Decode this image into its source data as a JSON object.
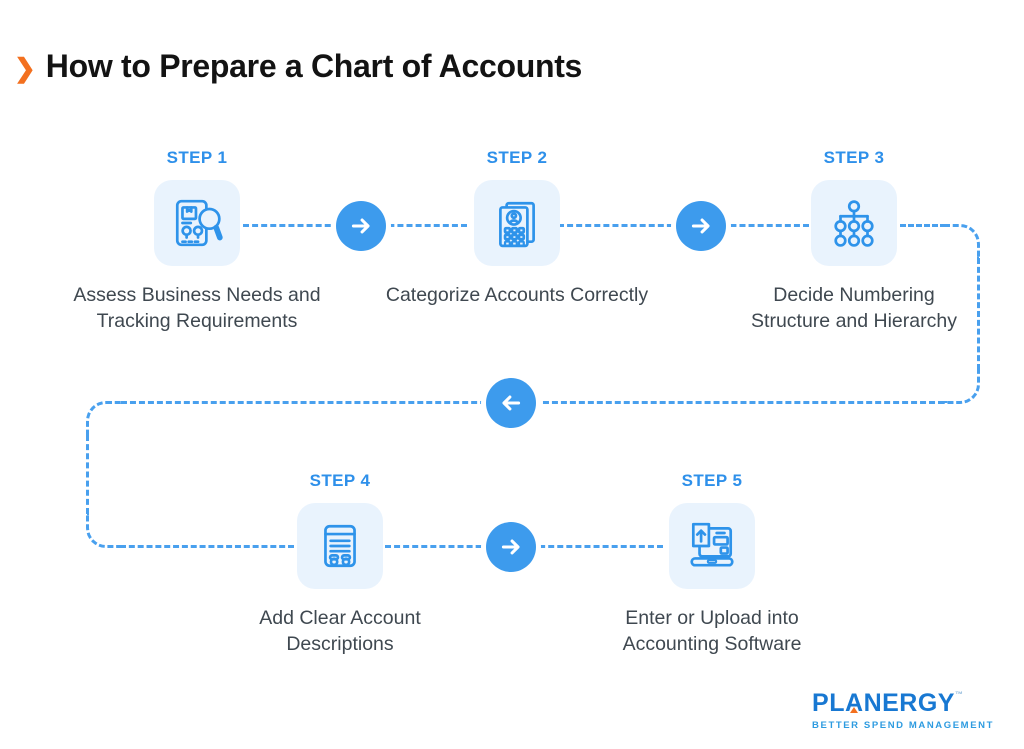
{
  "title": {
    "chevron": "❯",
    "text": "How to Prepare a Chart of Accounts"
  },
  "steps": [
    {
      "label": "STEP 1",
      "icon": "map-search-icon",
      "lines": [
        "Assess Business Needs and",
        "Tracking Requirements"
      ]
    },
    {
      "label": "STEP 2",
      "icon": "accounts-directory-icon",
      "lines": [
        "Categorize Accounts Correctly"
      ]
    },
    {
      "label": "STEP 3",
      "icon": "hierarchy-icon",
      "lines": [
        "Decide Numbering",
        "Structure and Hierarchy"
      ]
    },
    {
      "label": "STEP 4",
      "icon": "document-descriptions-icon",
      "lines": [
        "Add Clear Account",
        "Descriptions"
      ]
    },
    {
      "label": "STEP 5",
      "icon": "laptop-upload-icon",
      "lines": [
        "Enter or Upload into",
        "Accounting Software"
      ]
    }
  ],
  "connectors": {
    "flow": "step1 → step2 → step3 → down → left → down → step4 → step5",
    "arrow_icons": [
      "arrow-right-icon",
      "arrow-right-icon",
      "arrow-left-icon",
      "arrow-right-icon"
    ]
  },
  "logo": {
    "name_pre": "PL",
    "name_a": "A",
    "name_post": "NERGY",
    "tm": "™",
    "tagline": "BETTER SPEND MANAGEMENT"
  },
  "colors": {
    "title_black": "#131313",
    "chevron_orange": "#F3701F",
    "step_label_blue": "#2E90EA",
    "caption_gray": "#3F4850",
    "line_blue": "#49A0EE",
    "arrow_circle_blue": "#3D9BED",
    "icon_stroke_blue": "#2E93EA",
    "icon_bg_blue": "#E9F3FD",
    "logo_blue": "#1878D2",
    "tagline_blue": "#2D9BE0",
    "background": "#FFFFFF"
  }
}
